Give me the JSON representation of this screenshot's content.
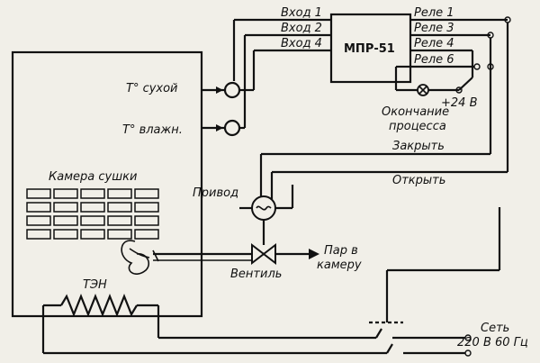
{
  "controller": {
    "name": "МПР-51"
  },
  "inputs": [
    {
      "label": "Вход 1"
    },
    {
      "label": "Вход 2"
    },
    {
      "label": "Вход 4"
    }
  ],
  "relays": [
    {
      "label": "Реле 1"
    },
    {
      "label": "Реле 3"
    },
    {
      "label": "Реле 4"
    },
    {
      "label": "Реле 6"
    }
  ],
  "sensors": {
    "dry": "Т° сухой",
    "wet": "Т° влажн."
  },
  "chamber": {
    "label": "Камера сушки"
  },
  "lamp": {
    "voltage": "+24 В",
    "caption_line1": "Окончание",
    "caption_line2": "процесса"
  },
  "signals": {
    "close": "Закрыть",
    "open": "Открыть"
  },
  "actuator": {
    "label": "Привод"
  },
  "valve": {
    "label": "Вентиль"
  },
  "steam": {
    "line1": "Пар в",
    "line2": "камеру"
  },
  "heater": {
    "label": "ТЭН"
  },
  "mains": {
    "line1": "Сеть",
    "line2": "220 В 60 Гц"
  }
}
